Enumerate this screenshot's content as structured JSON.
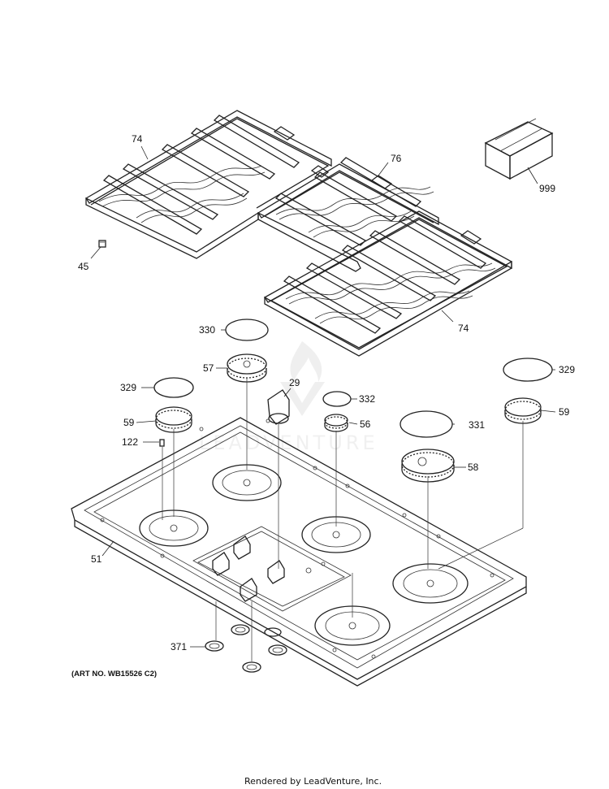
{
  "diagram": {
    "art_number": "(ART NO. WB15526 C2)",
    "footer": "Rendered by LeadVenture, Inc.",
    "watermark": "LEADVENTURE",
    "callouts": [
      "74",
      "76",
      "999",
      "45",
      "74",
      "330",
      "57",
      "29",
      "329",
      "332",
      "56",
      "331",
      "329",
      "59",
      "59",
      "122",
      "58",
      "51",
      "371"
    ]
  }
}
